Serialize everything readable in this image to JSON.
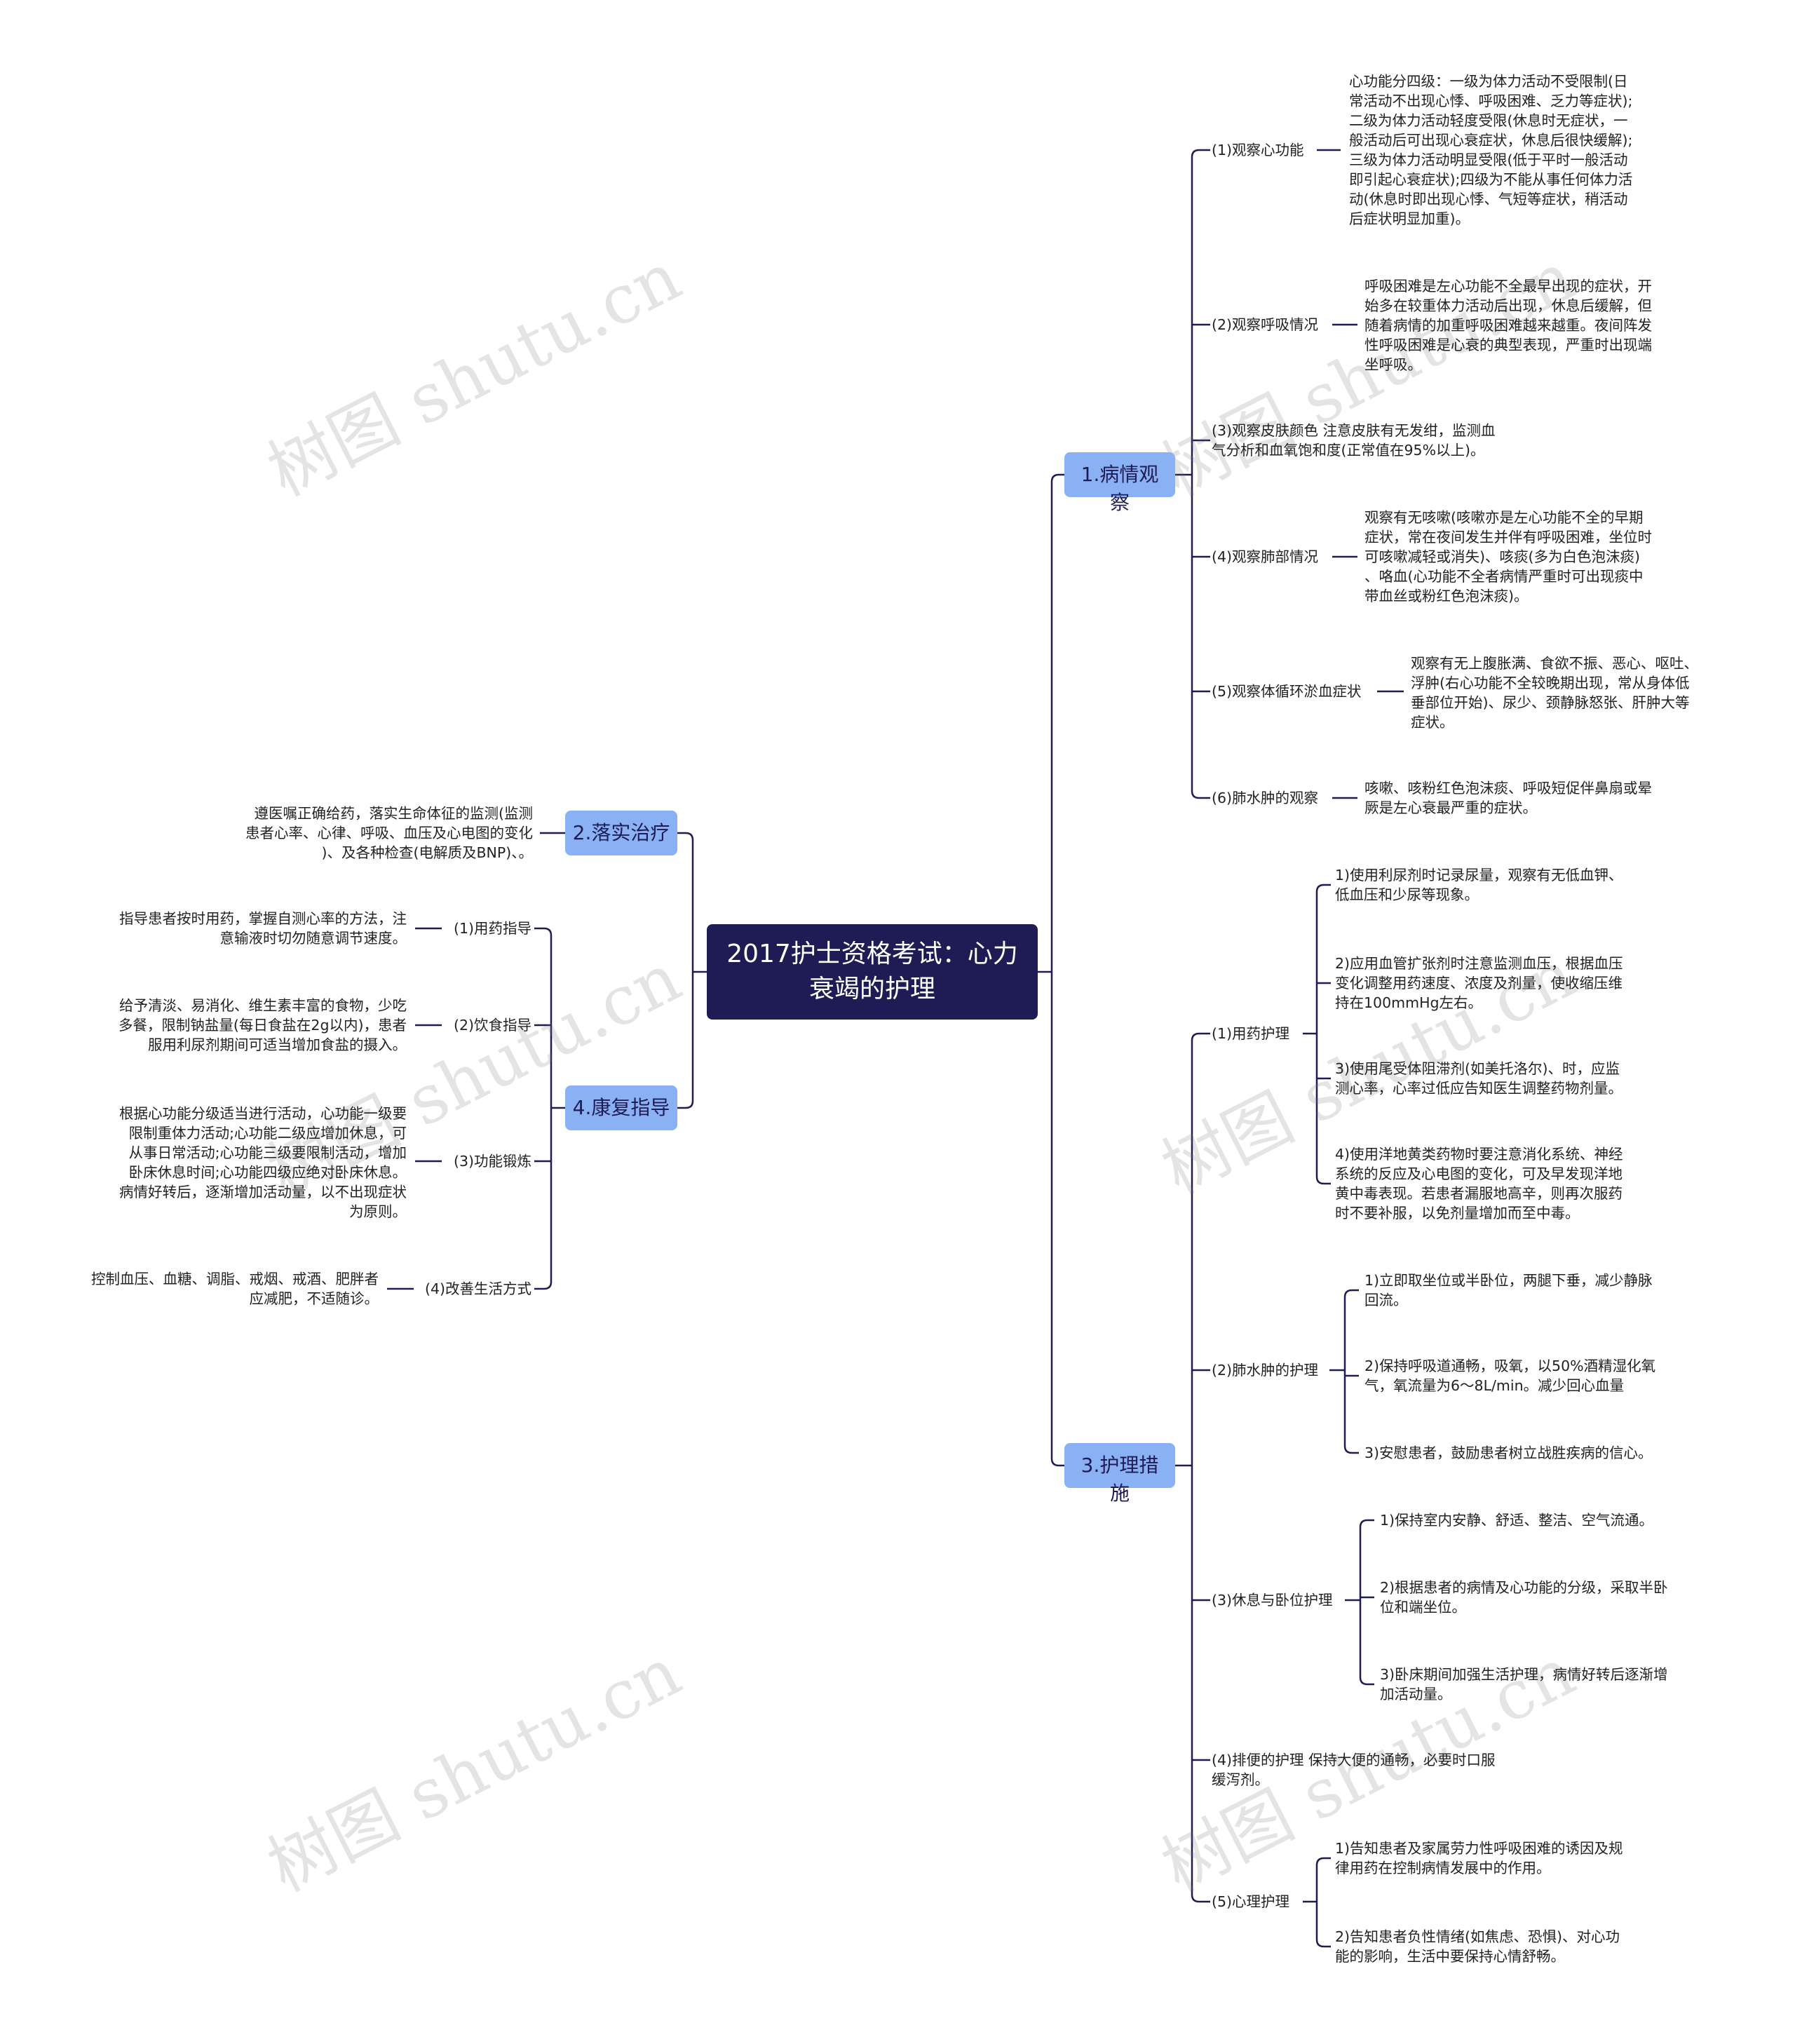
{
  "watermark": "树图 shutu.cn",
  "colors": {
    "root_bg": "#1f1b54",
    "branch_bg": "#8bb1f5",
    "line": "#1f1b54",
    "text": "#222222"
  },
  "root": "2017护士资格考试：心力\n衰竭的护理",
  "branches": {
    "b1": {
      "label": "1.病情观察",
      "items": [
        {
          "label": "(1)观察心功能",
          "detail": "心功能分四级：一级为体力活动不受限制(日\n常活动不出现心悸、呼吸困难、乏力等症状);\n二级为体力活动轻度受限(休息时无症状，一\n般活动后可出现心衰症状，休息后很快缓解);\n三级为体力活动明显受限(低于平时一般活动\n即引起心衰症状);四级为不能从事任何体力活\n动(休息时即出现心悸、气短等症状，稍活动\n后症状明显加重)。"
        },
        {
          "label": "(2)观察呼吸情况",
          "detail": "呼吸困难是左心功能不全最早出现的症状，开\n始多在较重体力活动后出现，休息后缓解，但\n随着病情的加重呼吸困难越来越重。夜间阵发\n性呼吸困难是心衰的典型表现，严重时出现端\n坐呼吸。"
        },
        {
          "label": "(3)观察皮肤颜色 注意皮肤有无发绀，监测血\n气分析和血氧饱和度(正常值在95%以上)。"
        },
        {
          "label": "(4)观察肺部情况",
          "detail": "观察有无咳嗽(咳嗽亦是左心功能不全的早期\n症状，常在夜间发生并伴有呼吸困难，坐位时\n可咳嗽减轻或消失)、咳痰(多为白色泡沫痰)\n、咯血(心功能不全者病情严重时可出现痰中\n带血丝或粉红色泡沫痰)。"
        },
        {
          "label": "(5)观察体循环淤血症状",
          "detail": "观察有无上腹胀满、食欲不振、恶心、呕吐、\n浮肿(右心功能不全较晚期出现，常从身体低\n垂部位开始)、尿少、颈静脉怒张、肝肿大等\n症状。"
        },
        {
          "label": "(6)肺水肿的观察",
          "detail": "咳嗽、咳粉红色泡沫痰、呼吸短促伴鼻扇或晕\n厥是左心衰最严重的症状。"
        }
      ]
    },
    "b2": {
      "label": "2.落实治疗",
      "detail": "遵医嘱正确给药，落实生命体征的监测(监测\n患者心率、心律、呼吸、血压及心电图的变化\n)、及各种检查(电解质及BNP)、。"
    },
    "b3": {
      "label": "3.护理措施",
      "items": [
        {
          "label": "(1)用药护理",
          "subs": [
            "1)使用利尿剂时记录尿量，观察有无低血钾、\n低血压和少尿等现象。",
            "2)应用血管扩张剂时注意监测血压，根据血压\n变化调整用药速度、浓度及剂量，使收缩压维\n持在100mmHg左右。",
            "3)使用尾受体阻滞剂(如美托洛尔)、时，应监\n测心率，心率过低应告知医生调整药物剂量。",
            "4)使用洋地黄类药物时要注意消化系统、神经\n系统的反应及心电图的变化，可及早发现洋地\n黄中毒表现。若患者漏服地高辛，则再次服药\n时不要补服，以免剂量增加而至中毒。"
          ]
        },
        {
          "label": "(2)肺水肿的护理",
          "subs": [
            "1)立即取坐位或半卧位，两腿下垂，减少静脉\n回流。",
            "2)保持呼吸道通畅，吸氧，以50%酒精湿化氧\n气，氧流量为6～8L/min。减少回心血量",
            "3)安慰患者，鼓励患者树立战胜疾病的信心。"
          ]
        },
        {
          "label": "(3)休息与卧位护理",
          "subs": [
            "1)保持室内安静、舒适、整洁、空气流通。",
            "2)根据患者的病情及心功能的分级，采取半卧\n位和端坐位。",
            "3)卧床期间加强生活护理，病情好转后逐渐增\n加活动量。"
          ]
        },
        {
          "label": "(4)排便的护理 保持大便的通畅，必要时口服\n缓泻剂。"
        },
        {
          "label": "(5)心理护理",
          "subs": [
            "1)告知患者及家属劳力性呼吸困难的诱因及规\n律用药在控制病情发展中的作用。",
            "2)告知患者负性情绪(如焦虑、恐惧)、对心功\n能的影响，生活中要保持心情舒畅。"
          ]
        }
      ]
    },
    "b4": {
      "label": "4.康复指导",
      "items": [
        {
          "label": "(1)用药指导",
          "detail": "指导患者按时用药，掌握自测心率的方法，注\n意输液时切勿随意调节速度。"
        },
        {
          "label": "(2)饮食指导",
          "detail": "给予清淡、易消化、维生素丰富的食物，少吃\n多餐，限制钠盐量(每日食盐在2g以内)，患者\n服用利尿剂期间可适当增加食盐的摄入。"
        },
        {
          "label": "(3)功能锻炼",
          "detail": "根据心功能分级适当进行活动，心功能一级要\n限制重体力活动;心功能二级应增加休息，可\n从事日常活动;心功能三级要限制活动，增加\n卧床休息时间;心功能四级应绝对卧床休息。\n病情好转后，逐渐增加活动量，以不出现症状\n为原则。"
        },
        {
          "label": "(4)改善生活方式",
          "detail": "控制血压、血糖、调脂、戒烟、戒酒、肥胖者\n应减肥，不适随诊。"
        }
      ]
    }
  }
}
